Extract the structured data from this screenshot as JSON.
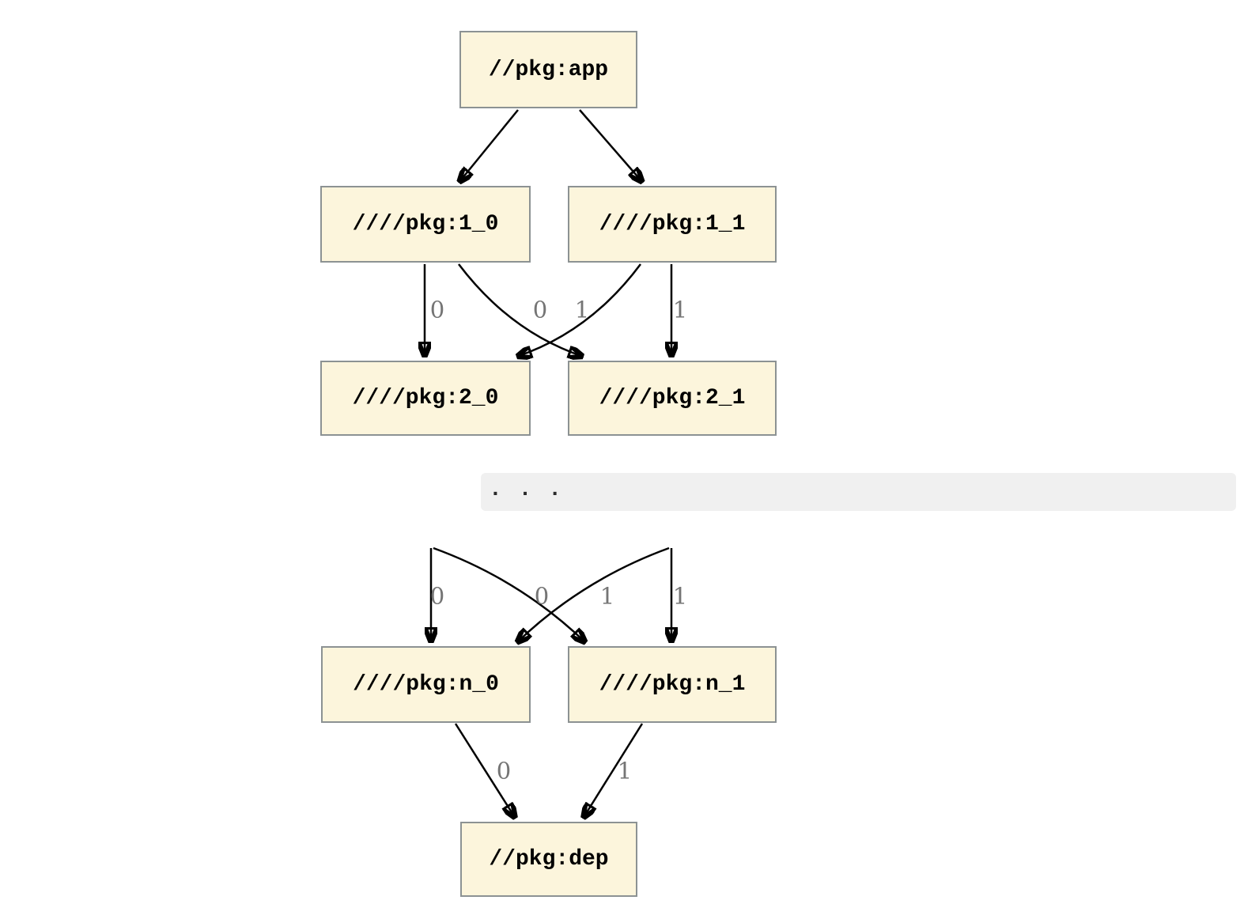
{
  "diagram": {
    "type": "dependency-graph",
    "nodes": {
      "app": {
        "label": "//pkg:app"
      },
      "l1_0": {
        "label": "////pkg:1_0"
      },
      "l1_1": {
        "label": "////pkg:1_1"
      },
      "l2_0": {
        "label": "////pkg:2_0"
      },
      "l2_1": {
        "label": "////pkg:2_1"
      },
      "ln_0": {
        "label": "////pkg:n_0"
      },
      "ln_1": {
        "label": "////pkg:n_1"
      },
      "dep": {
        "label": "//pkg:dep"
      }
    },
    "ellipsis_text": ". . .",
    "edges": [
      {
        "from": "app",
        "to": "l1_0",
        "label": ""
      },
      {
        "from": "app",
        "to": "l1_1",
        "label": ""
      },
      {
        "from": "l1_0",
        "to": "l2_0",
        "label": "0"
      },
      {
        "from": "l1_0",
        "to": "l2_1",
        "label": "1"
      },
      {
        "from": "l1_1",
        "to": "l2_0",
        "label": "0"
      },
      {
        "from": "l1_1",
        "to": "l2_1",
        "label": "1"
      },
      {
        "from": "ellipsis",
        "to": "ln_0",
        "label": "0"
      },
      {
        "from": "ellipsis",
        "to": "ln_1",
        "label": "1"
      },
      {
        "from": "ellipsis",
        "to": "ln_0",
        "label": "0"
      },
      {
        "from": "ellipsis",
        "to": "ln_1",
        "label": "1"
      },
      {
        "from": "ln_0",
        "to": "dep",
        "label": "0"
      },
      {
        "from": "ln_1",
        "to": "dep",
        "label": "1"
      }
    ],
    "colors": {
      "node_fill": "#fcf5dc",
      "node_border": "#8c9293",
      "edge": "#000000",
      "edge_label": "#757575",
      "ellipsis_band": "#f0f0f0",
      "background": "#ffffff"
    }
  }
}
